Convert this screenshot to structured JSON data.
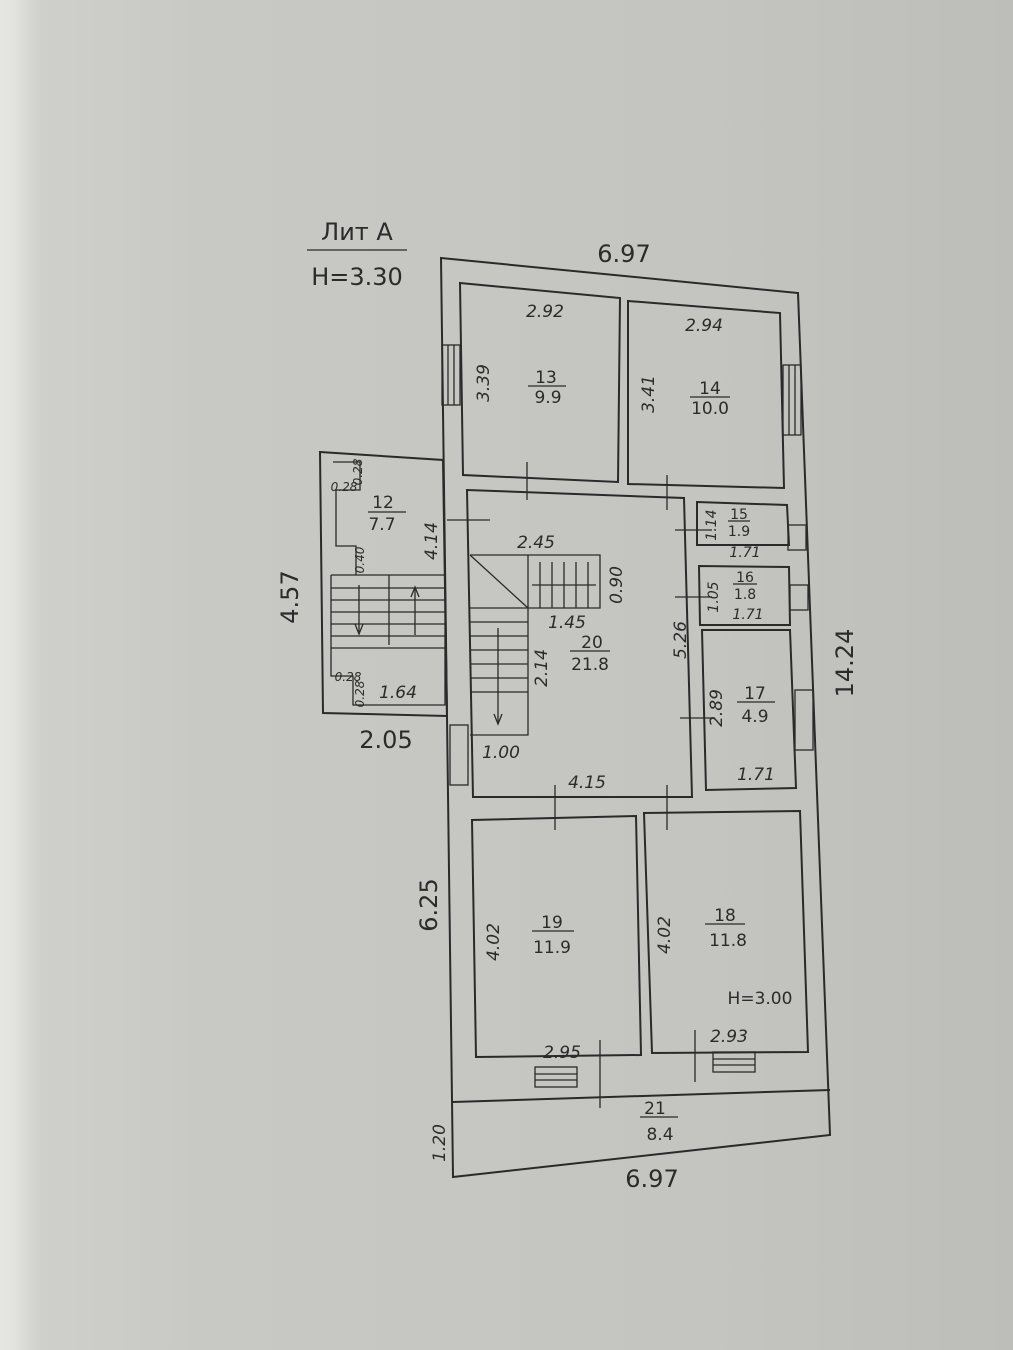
{
  "header": {
    "lit": "Лит А",
    "height": "H=3.30"
  },
  "rooms": {
    "r12": {
      "number": "12",
      "area": "7.7"
    },
    "r13": {
      "number": "13",
      "area": "9.9"
    },
    "r14": {
      "number": "14",
      "area": "10.0"
    },
    "r15": {
      "number": "15",
      "area": "1.9"
    },
    "r16": {
      "number": "16",
      "area": "1.8"
    },
    "r17": {
      "number": "17",
      "area": "4.9"
    },
    "r18": {
      "number": "18",
      "area": "11.8"
    },
    "r19": {
      "number": "19",
      "area": "11.9"
    },
    "r20": {
      "number": "20",
      "area": "21.8"
    },
    "r21": {
      "number": "21",
      "area": "8.4"
    }
  },
  "dimensions": {
    "overall_top": "6.97",
    "overall_bottom": "6.97",
    "overall_right": "14.24",
    "ext_height": "4.57",
    "ext_width": "2.05",
    "lower_left": "6.25",
    "porch": "1.20",
    "r13_w": "2.92",
    "r13_h": "3.39",
    "r14_w": "2.94",
    "r14_h": "3.41",
    "r12_h": "4.14",
    "r12_w": "1.64",
    "r12_a": "0.28",
    "r12_b": "0.28",
    "r12_c": "0.40",
    "r12_d": "0.28",
    "r12_e": "0.28",
    "r20_a": "2.45",
    "r20_b": "0.90",
    "r20_c": "1.45",
    "r20_d": "2.14",
    "r20_e": "5.26",
    "r20_f": "1.00",
    "r20_g": "4.15",
    "r15_h": "1.14",
    "r15_w": "1.71",
    "r16_h": "1.05",
    "r16_w": "1.71",
    "r17_h": "2.89",
    "r17_w": "1.71",
    "r19_h": "4.02",
    "r19_w": "2.95",
    "r18_h": "4.02",
    "r18_w": "2.93"
  },
  "note": "H=3.00"
}
